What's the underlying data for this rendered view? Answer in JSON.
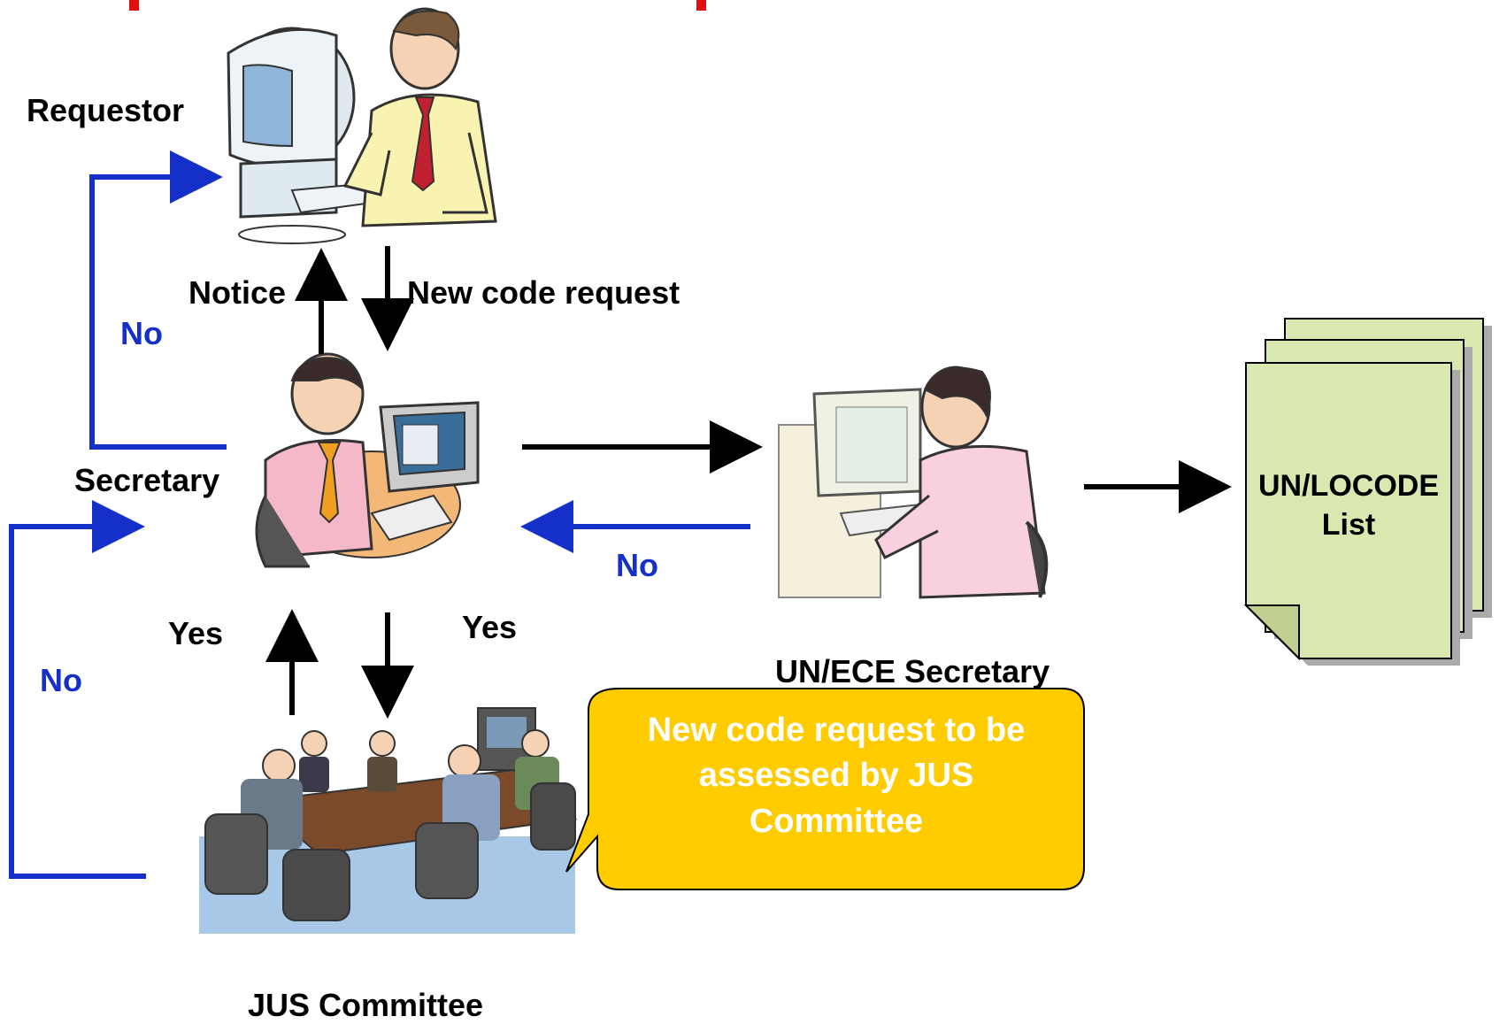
{
  "diagram": {
    "actors": {
      "requestor": "Requestor",
      "secretary": "Secretary",
      "unece": "UN/ECE Secretary",
      "jus": "JUS Committee"
    },
    "flows": {
      "notice": "Notice",
      "new_code_request": "New code request",
      "no_to_requestor": "No",
      "no_from_jus": "No",
      "no_from_unece": "No",
      "yes_up": "Yes",
      "yes_down": "Yes"
    },
    "document": {
      "line1": "UN/LOCODE",
      "line2": "List"
    },
    "callout": {
      "line1": "New code request to be",
      "line2": "assessed by JUS",
      "line3": "Committee"
    }
  },
  "colors": {
    "blue_arrow": "#1530c8",
    "black_arrow": "#000000",
    "document_fill": "#d8e8b0",
    "callout_fill": "#ffcc00",
    "title_red": "#e01010"
  }
}
